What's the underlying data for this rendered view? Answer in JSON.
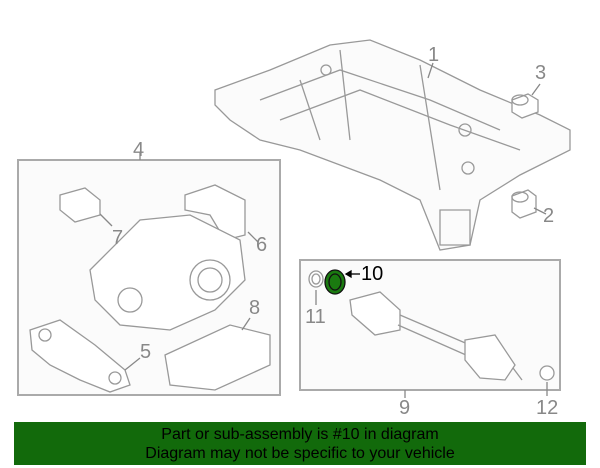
{
  "callouts": {
    "c1": "1",
    "c2": "2",
    "c3": "3",
    "c4": "4",
    "c5": "5",
    "c6": "6",
    "c7": "7",
    "c8": "8",
    "c9": "9",
    "c10": "10",
    "c11": "11",
    "c12": "12"
  },
  "highlight_color": "#1a7a10",
  "banner": {
    "line1": "Part or sub-assembly is #10 in diagram",
    "line2": "Diagram may not be specific to your vehicle",
    "color": "#126a0b"
  }
}
